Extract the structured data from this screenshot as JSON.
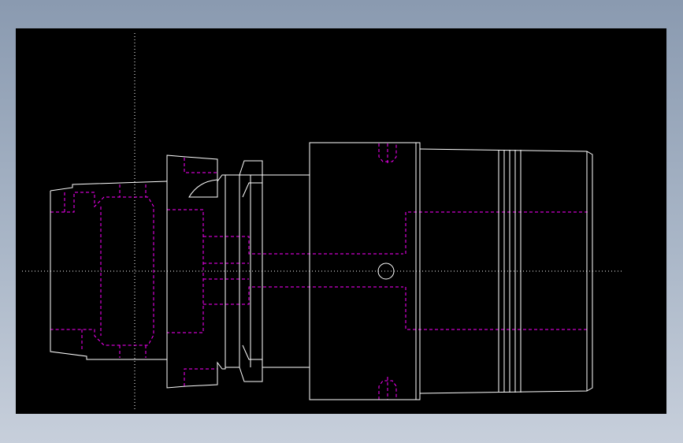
{
  "viewport": {
    "background": "#000000",
    "frame_gradient": [
      "#8a9ab0",
      "#c7cfdb"
    ]
  },
  "drawing": {
    "type": "CAD side view of a tool holder / chuck assembly",
    "outline_color": "#ffffff",
    "hidden_line_color": "#ff00ff",
    "centerline_color": "#ffffff",
    "line_styles": {
      "outline": "solid",
      "hidden": "dashed",
      "centerline": "dotted"
    }
  }
}
